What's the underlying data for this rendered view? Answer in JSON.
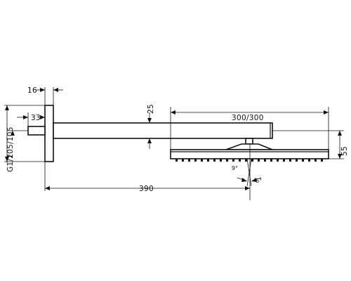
{
  "dimensions": {
    "flange_thickness": "16",
    "arm_stub": "33",
    "wall_height": "105/105",
    "thread": "G1/2",
    "arm_height": "25",
    "head_size": "300/300",
    "head_height": "55",
    "arm_length": "390",
    "tilt_left": "9°",
    "tilt_right": "6°"
  }
}
